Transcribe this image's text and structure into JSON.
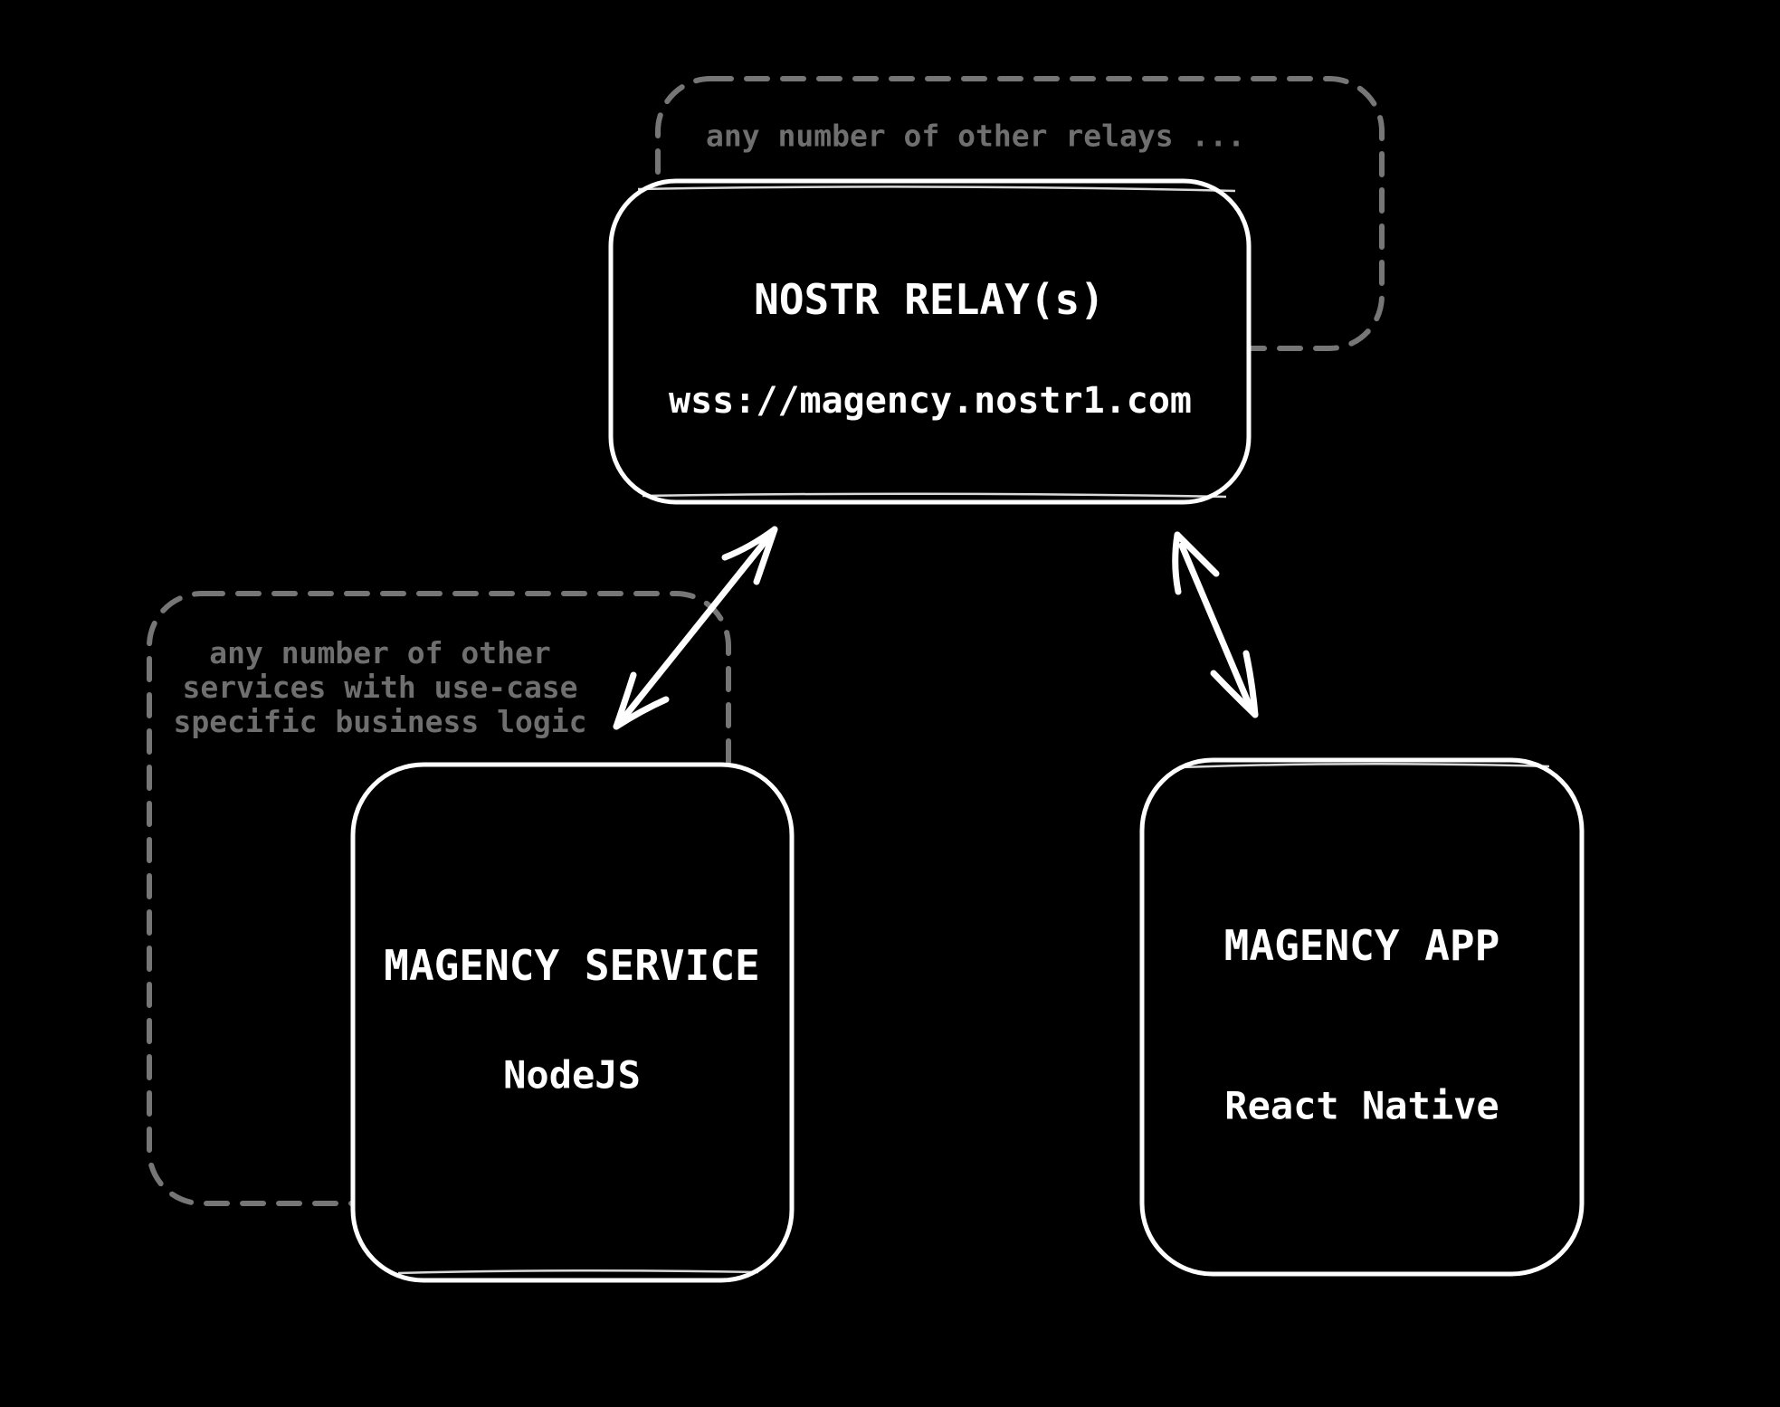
{
  "palette": {
    "background": "#000000",
    "box_stroke": "#ffffff",
    "box_text": "#ffffff",
    "dashed_stroke": "#767676",
    "note_text": "#6f6f6f"
  },
  "notes": {
    "relays": "any number of other relays ...",
    "services": [
      "any number of other",
      "services with use-case",
      "specific business logic"
    ]
  },
  "nodes": {
    "relay": {
      "title": "NOSTR RELAY(s)",
      "subtitle": "wss://magency.nostr1.com"
    },
    "service": {
      "title": "MAGENCY SERVICE",
      "subtitle": "NodeJS"
    },
    "app": {
      "title": "MAGENCY APP",
      "subtitle": "React Native"
    }
  },
  "connections": [
    {
      "from": "relay",
      "to": "service",
      "style": "double-arrow"
    },
    {
      "from": "relay",
      "to": "app",
      "style": "double-arrow"
    }
  ]
}
